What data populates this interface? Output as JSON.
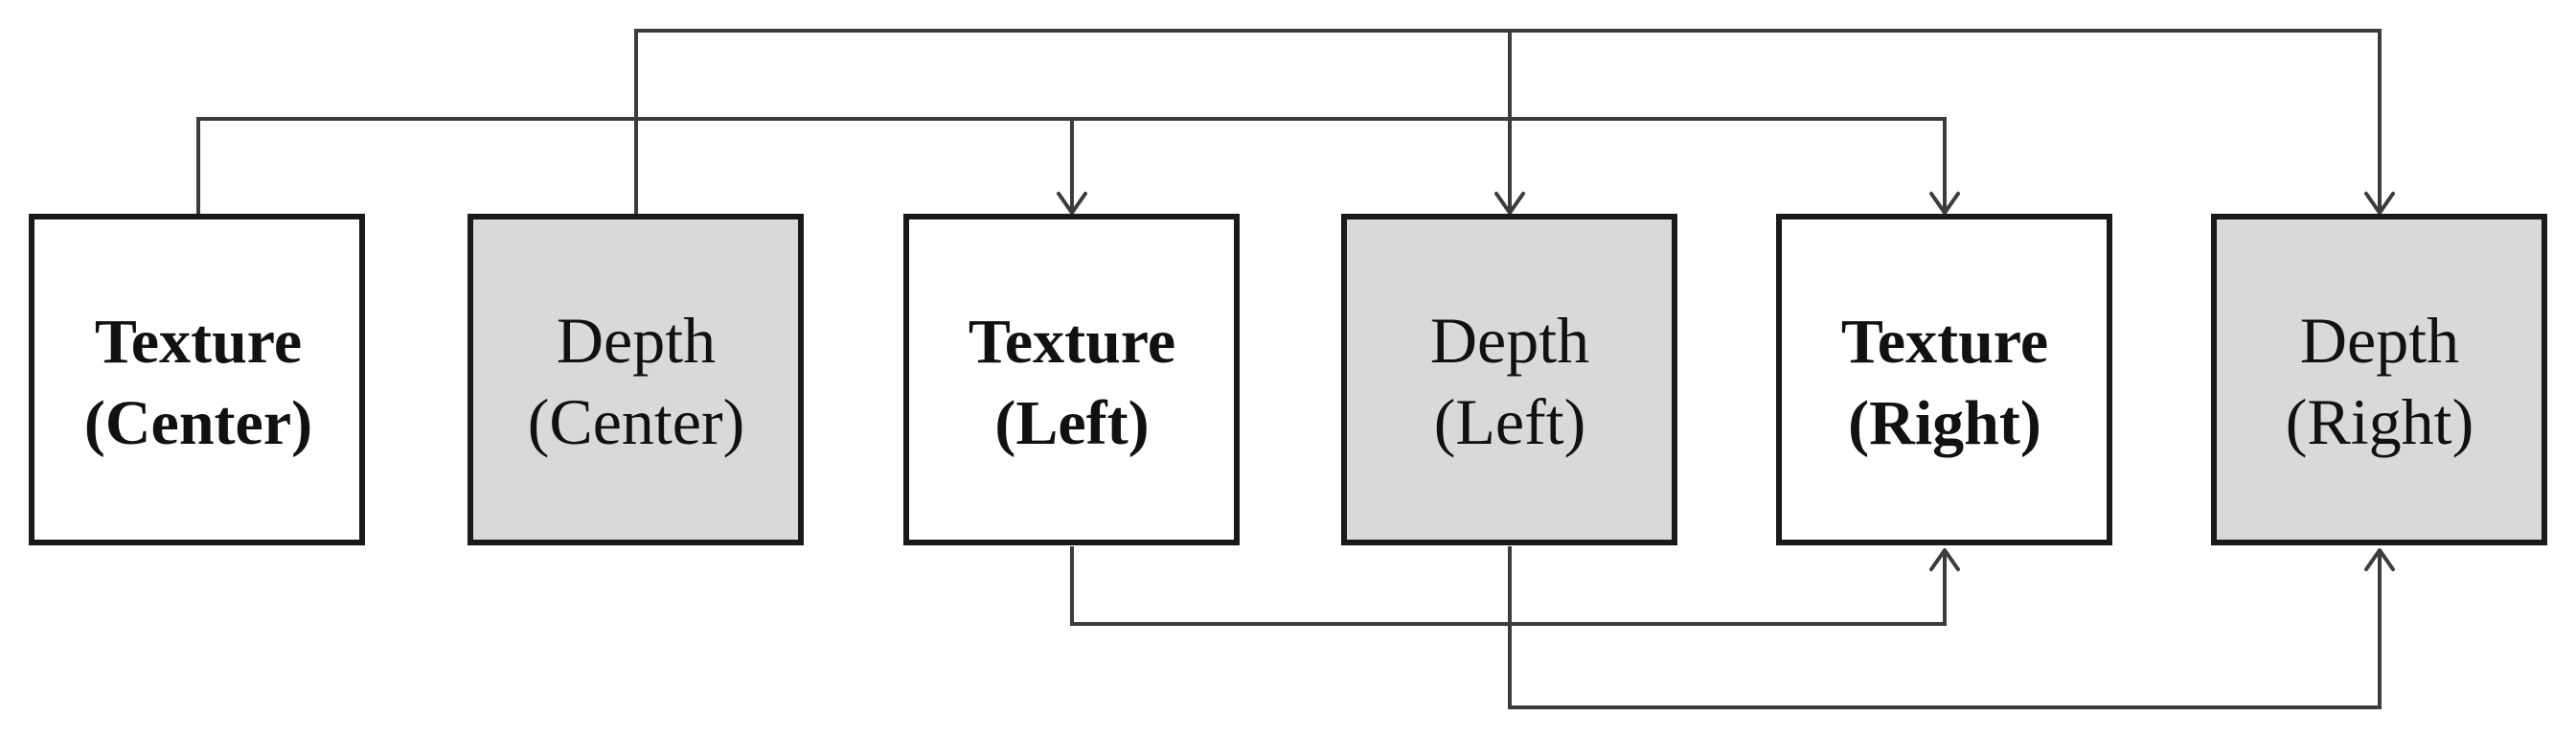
{
  "nodes": [
    {
      "id": "texture-center",
      "kind": "texture",
      "line1": "Texture",
      "line2": "(Center)"
    },
    {
      "id": "depth-center",
      "kind": "depth",
      "line1": "Depth",
      "line2": "(Center)"
    },
    {
      "id": "texture-left",
      "kind": "texture",
      "line1": "Texture",
      "line2": "(Left)"
    },
    {
      "id": "depth-left",
      "kind": "depth",
      "line1": "Depth",
      "line2": "(Left)"
    },
    {
      "id": "texture-right",
      "kind": "texture",
      "line1": "Texture",
      "line2": "(Right)"
    },
    {
      "id": "depth-right",
      "kind": "depth",
      "line1": "Depth",
      "line2": "(Right)"
    }
  ],
  "edges": [
    {
      "from": "texture-center",
      "to": "texture-left"
    },
    {
      "from": "texture-center",
      "to": "texture-right"
    },
    {
      "from": "depth-center",
      "to": "depth-left"
    },
    {
      "from": "depth-center",
      "to": "depth-right"
    },
    {
      "from": "texture-left",
      "to": "texture-right"
    },
    {
      "from": "depth-left",
      "to": "depth-right"
    }
  ],
  "colors": {
    "texture_fill": "#ffffff",
    "depth_fill": "#d9d9d9",
    "border": "#1a1a1a",
    "connector": "#3c3c3c"
  }
}
